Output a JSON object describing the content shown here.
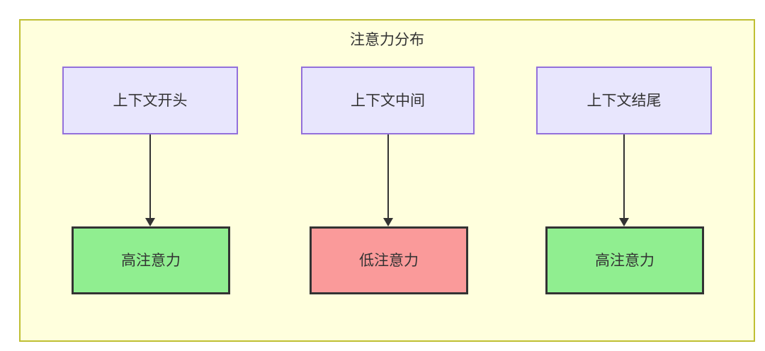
{
  "diagram": {
    "type": "flowchart",
    "title": "注意力分布",
    "container": {
      "name": "attention-distribution-subgraph",
      "fill_color": "#ffffdd",
      "border_color": "#bfbf33"
    },
    "colors": {
      "context_fill": "#e8e6fd",
      "context_border": "#9370db",
      "high_attention_fill": "#90ee90",
      "low_attention_fill": "#fa9a9a",
      "node_border": "#333333",
      "text": "#333333",
      "edge": "#333333"
    },
    "columns": [
      {
        "id": "start",
        "source": {
          "label": "上下文开头",
          "kind": "context"
        },
        "target": {
          "label": "高注意力",
          "kind": "high"
        }
      },
      {
        "id": "middle",
        "source": {
          "label": "上下文中间",
          "kind": "context"
        },
        "target": {
          "label": "低注意力",
          "kind": "low"
        }
      },
      {
        "id": "end",
        "source": {
          "label": "上下文结尾",
          "kind": "context"
        },
        "target": {
          "label": "高注意力",
          "kind": "high"
        }
      }
    ],
    "edges": [
      {
        "from": "上下文开头",
        "to": "高注意力",
        "label": ""
      },
      {
        "from": "上下文中间",
        "to": "低注意力",
        "label": ""
      },
      {
        "from": "上下文结尾",
        "to": "高注意力",
        "label": ""
      }
    ]
  }
}
